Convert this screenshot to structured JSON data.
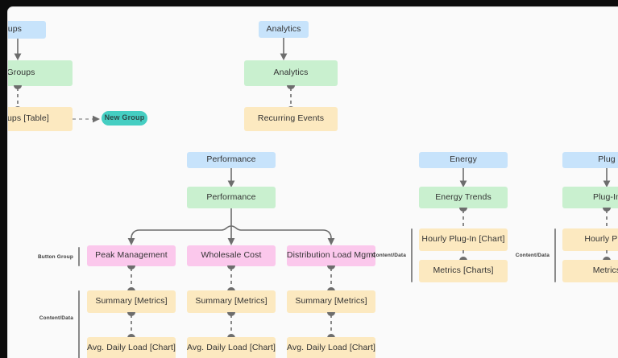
{
  "diagram": {
    "type": "sitemap-flow",
    "background_color": "#fafafa",
    "palette": {
      "page_blue": "#c7e3fb",
      "screen_green": "#c9f0cf",
      "content_orange": "#fce9c0",
      "button_pink": "#fbc8ec",
      "action_teal": "#45cec2",
      "connector_gray": "#6d6d6d"
    },
    "columns": [
      {
        "key": "groups",
        "clipped": "left",
        "nodes": [
          {
            "label": "Groups",
            "kind": "page"
          },
          {
            "label": "Groups",
            "kind": "screen"
          },
          {
            "label": "Groups [Table]",
            "kind": "content"
          }
        ],
        "action": {
          "label": "New Group",
          "kind": "action"
        }
      },
      {
        "key": "analytics",
        "clipped": "none",
        "nodes": [
          {
            "label": "Analytics",
            "kind": "page"
          },
          {
            "label": "Analytics",
            "kind": "screen"
          },
          {
            "label": "Recurring Events",
            "kind": "content"
          }
        ]
      },
      {
        "key": "performance",
        "clipped": "none",
        "nodes": [
          {
            "label": "Performance",
            "kind": "page"
          },
          {
            "label": "Performance",
            "kind": "screen"
          }
        ],
        "branches": [
          {
            "button": "Peak Management",
            "children": [
              "Summary [Metrics]",
              "Avg. Daily Load [Chart]"
            ]
          },
          {
            "button": "Wholesale Cost",
            "children": [
              "Summary [Metrics]",
              "Avg. Daily Load [Chart]"
            ]
          },
          {
            "button": "Distribution Load Mgmt",
            "children": [
              "Summary [Metrics]",
              "Avg. Daily Load [Chart]"
            ]
          }
        ],
        "group_labels": [
          {
            "text": "Button Group"
          },
          {
            "text": "Content/Data"
          }
        ]
      },
      {
        "key": "energy",
        "clipped": "none",
        "nodes": [
          {
            "label": "Energy",
            "kind": "page"
          },
          {
            "label": "Energy Trends",
            "kind": "screen"
          },
          {
            "label": "Hourly Plug-In [Chart]",
            "kind": "content"
          },
          {
            "label": "Metrics [Charts]",
            "kind": "content"
          }
        ],
        "group_labels": [
          {
            "text": "Content/Data"
          }
        ]
      },
      {
        "key": "plugin",
        "clipped": "right",
        "nodes": [
          {
            "label": "Plug",
            "kind": "page"
          },
          {
            "label": "Plug-In",
            "kind": "screen"
          },
          {
            "label": "Hourly Plug",
            "kind": "content"
          },
          {
            "label": "Metrics",
            "kind": "content"
          }
        ],
        "group_labels": [
          {
            "text": "Content/Data"
          }
        ]
      }
    ]
  }
}
